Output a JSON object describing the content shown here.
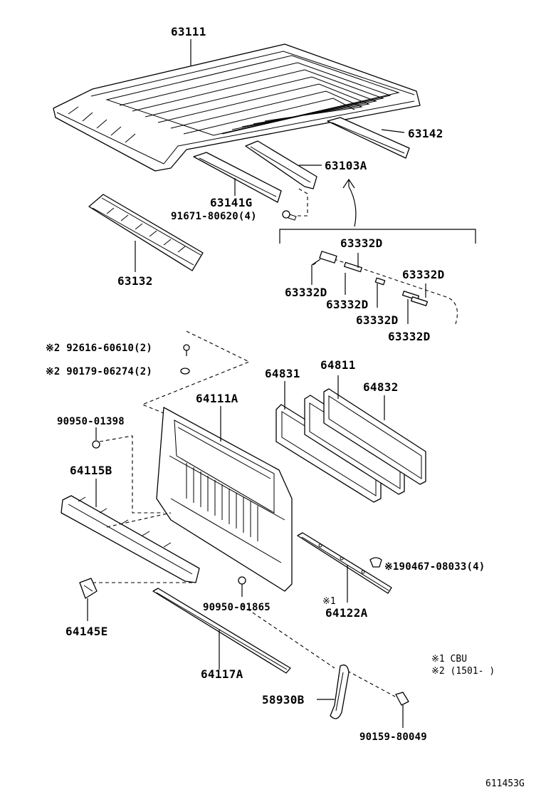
{
  "labels": {
    "p63111": "63111",
    "p63142": "63142",
    "p63103A": "63103A",
    "p63141G": "63141G",
    "p91671": "91671-80620(4)",
    "p63132": "63132",
    "p63332D_a": "63332D",
    "p63332D_b": "63332D",
    "p63332D_c": "63332D",
    "p63332D_d": "63332D",
    "p63332D_e": "63332D",
    "p63332D_f": "63332D",
    "p92616": "※2 92616-60610(2)",
    "p90179": "※2 90179-06274(2)",
    "p90950_01398": "90950-01398",
    "p64111A": "64111A",
    "p64831": "64831",
    "p64811": "64811",
    "p64832": "64832",
    "p64115B": "64115B",
    "p90467": "※190467-08033(4)",
    "p90950_01865": "90950-01865",
    "p64122A_mark": "※1",
    "p64122A": "64122A",
    "p64145E": "64145E",
    "p64117A": "64117A",
    "p58930B": "58930B",
    "p90159": "90159-80049"
  },
  "notes": {
    "n1": "※1  CBU",
    "n2": "※2  (1501-    )"
  },
  "figure_id": "611453G"
}
